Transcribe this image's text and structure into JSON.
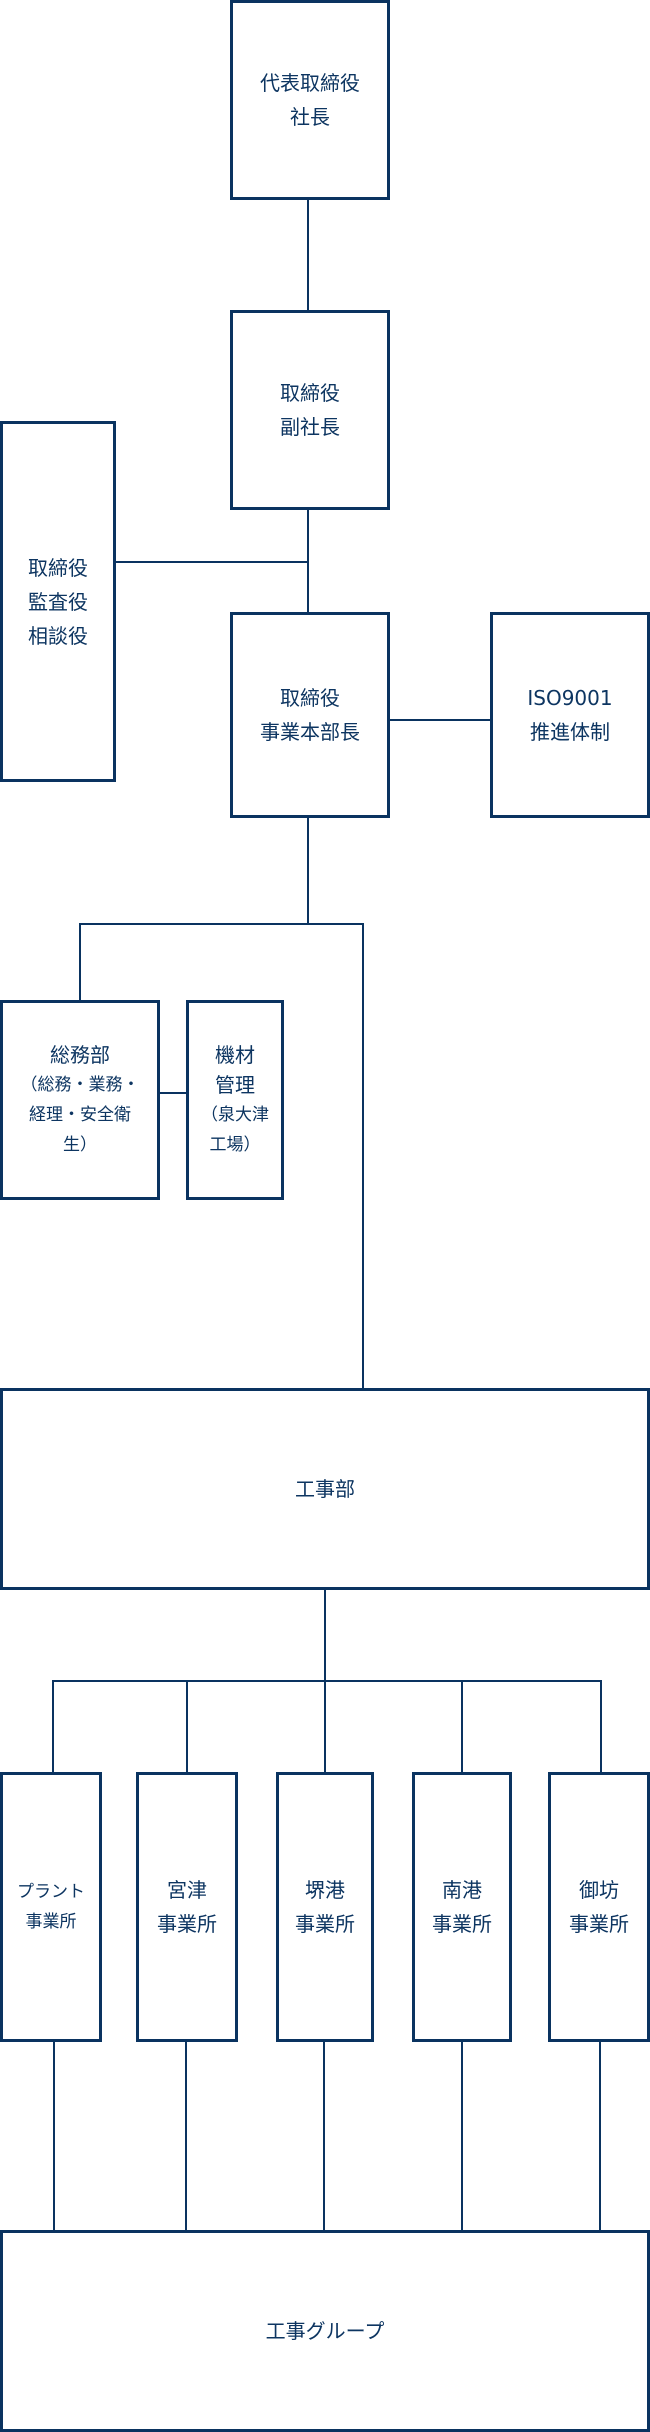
{
  "chart": {
    "nodes": {
      "president": {
        "label": "代表取締役\n社長"
      },
      "vice_president": {
        "label": "取締役\n副社長"
      },
      "auditor": {
        "label": "取締役\n監査役\n相談役"
      },
      "business_head": {
        "label": "取締役\n事業本部長"
      },
      "iso": {
        "label": "ISO9001\n推進体制"
      },
      "general_affairs": {
        "label": "総務部",
        "sub": "（総務・業務・\n経理・安全衛\n生）"
      },
      "equipment": {
        "label": "機材\n管理",
        "sub": "（泉大津\n工場）"
      },
      "construction": {
        "label": "工事部"
      },
      "offices": [
        {
          "label": "プラント\n事業所"
        },
        {
          "label": "宮津\n事業所"
        },
        {
          "label": "堺港\n事業所"
        },
        {
          "label": "南港\n事業所"
        },
        {
          "label": "御坊\n事業所"
        }
      ],
      "construction_group": {
        "label": "工事グループ"
      }
    },
    "colors": {
      "line": "#0a3360",
      "text": "#0d3561"
    }
  }
}
